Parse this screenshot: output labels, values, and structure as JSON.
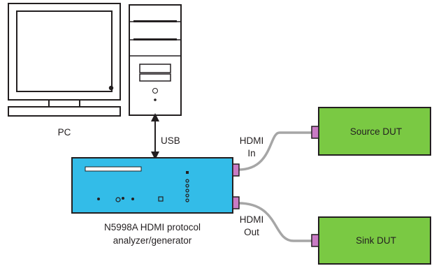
{
  "labels": {
    "pc": "PC",
    "usb": "USB",
    "hdmi_in_1": "HDMI",
    "hdmi_in_2": "In",
    "hdmi_out_1": "HDMI",
    "hdmi_out_2": "Out",
    "analyzer_1": "N5998A HDMI protocol",
    "analyzer_2": "analyzer/generator",
    "source_dut": "Source DUT",
    "sink_dut": "Sink DUT"
  },
  "colors": {
    "analyzer_body": "#33bce8",
    "dut_body": "#7ac943",
    "connector": "#c97bc4",
    "cable": "#a6a6a6",
    "outline": "#231f20"
  }
}
